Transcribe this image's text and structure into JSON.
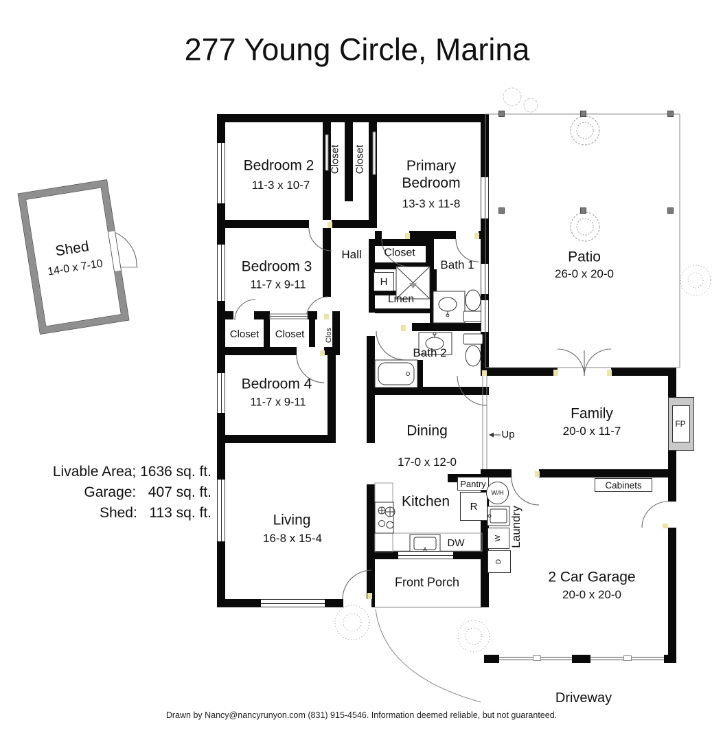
{
  "title": "277 Young Circle, Marina",
  "summary": {
    "livable": "Livable Area; 1636 sq. ft.",
    "garage": "Garage:   407 sq. ft.",
    "shed": "Shed:   113 sq. ft."
  },
  "rooms": {
    "bedroom2": {
      "name": "Bedroom 2",
      "dims": "11-3 x 10-7"
    },
    "bedroom3": {
      "name": "Bedroom 3",
      "dims": "11-7 x 9-11"
    },
    "bedroom4": {
      "name": "Bedroom 4",
      "dims": "11-7 x 9-11"
    },
    "primary": {
      "name": "Primary Bedroom",
      "dims": "13-3 x 11-8"
    },
    "hall": {
      "name": "Hall"
    },
    "bath1": {
      "name": "Bath 1"
    },
    "bath2": {
      "name": "Bath 2"
    },
    "linen": {
      "name": "Linen"
    },
    "dining": {
      "name": "Dining",
      "dims": "17-0 x 12-0"
    },
    "kitchen": {
      "name": "Kitchen"
    },
    "living": {
      "name": "Living",
      "dims": "16-8 x 15-4"
    },
    "family": {
      "name": "Family",
      "dims": "20-0 x 11-7"
    },
    "patio": {
      "name": "Patio",
      "dims": "26-0 x 20-0"
    },
    "garage": {
      "name": "2 Car Garage",
      "dims": "20-0 x 20-0"
    },
    "laundry": {
      "name": "Laundry"
    },
    "front_porch": {
      "name": "Front Porch"
    },
    "driveway": {
      "name": "Driveway"
    },
    "shed": {
      "name": "Shed",
      "dims": "14-0 x 7-10"
    }
  },
  "labels": {
    "closet": "Closet",
    "clos": "Clos",
    "pantry": "Pantry",
    "cabinets": "Cabinets",
    "up": "Up",
    "heater": "H",
    "refrigerator": "R",
    "dishwasher": "DW",
    "washer": "W",
    "dryer": "D",
    "water_heater": "W/H",
    "fireplace": "FP"
  },
  "footer": "Drawn by Nancy@nancyrunyon.com (831) 915-4546.  Information deemed reliable, but not guaranteed.",
  "colors": {
    "wall": "#0a0a0a",
    "hinge_accent": "#ece5a8",
    "shed_wall": "#8f8f8f"
  }
}
